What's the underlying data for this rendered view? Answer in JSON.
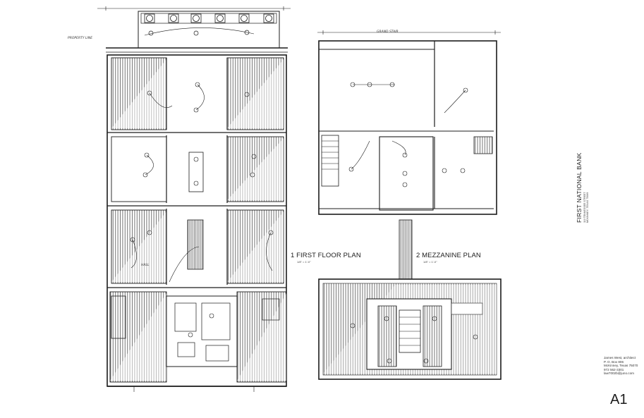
{
  "plans": {
    "first_floor": {
      "title": "1 FIRST FLOOR PLAN",
      "scale": "1/8\" = 1'-0\""
    },
    "mezzanine": {
      "title": "2 MEZZANINE PLAN",
      "scale": "1/8\" = 1'-0\""
    }
  },
  "project": {
    "name": "FIRST NATIONAL BANK",
    "address_line1": "110 TENNESSEE STREET",
    "address_line2": "MCKINNEY, TEXAS 75069"
  },
  "architect": {
    "name": "James West, architect",
    "po_box": "P. O. Box 806",
    "city": "McKinney, Texas 75070",
    "phone": "972 562-3301",
    "email": "law7002b@juno.com"
  },
  "sheet_number": "A1",
  "handwritten_notes": {
    "property_line": "PROPERTY LINE",
    "grand_stair": "GRAND STAIR",
    "hall_note": "HALL",
    "colors": {
      "ink": "#1c1c1c",
      "hatch": "#3a3a3a",
      "paper": "#ffffff"
    }
  }
}
